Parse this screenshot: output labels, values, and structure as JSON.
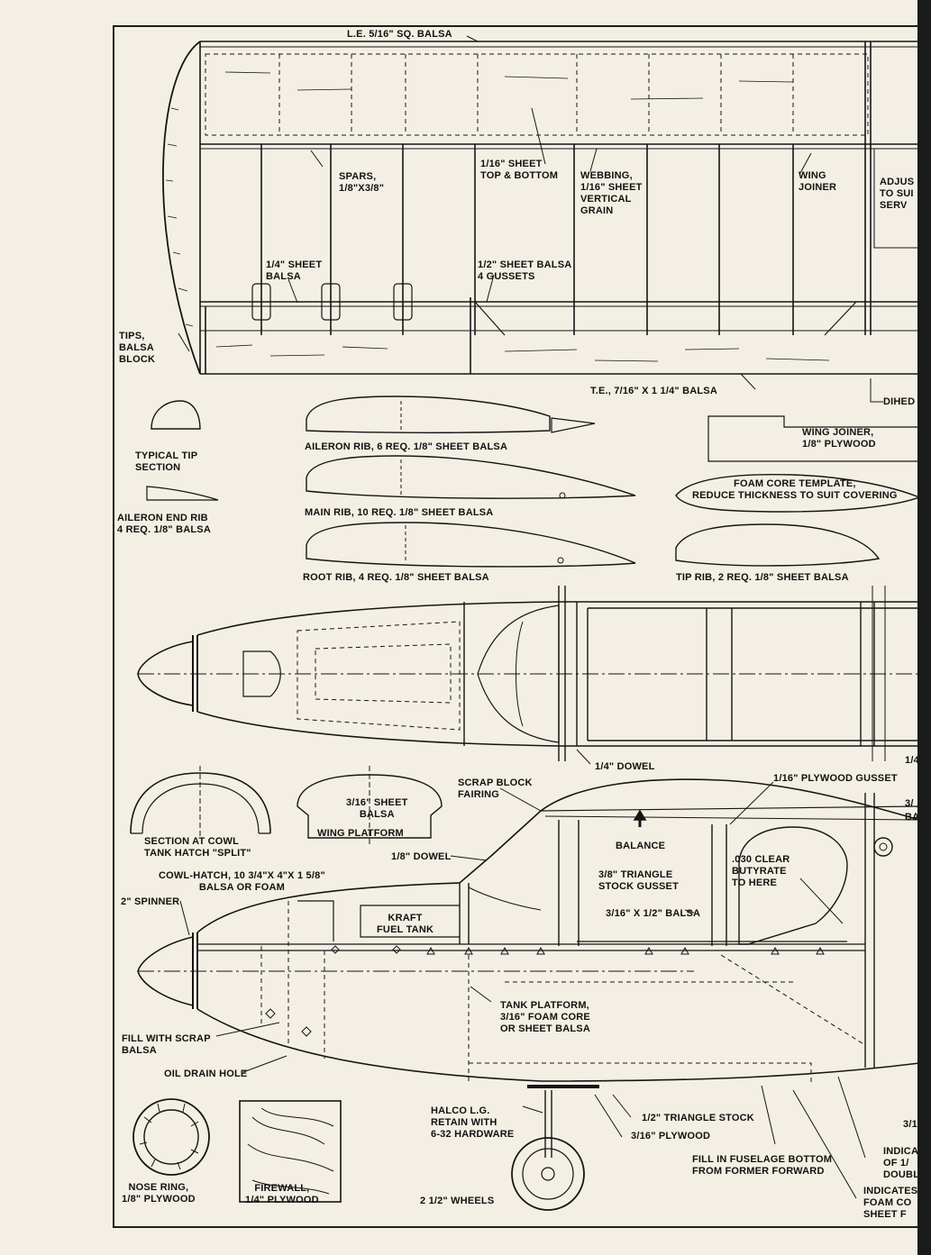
{
  "labels": {
    "le": "L.E. 5/16\" SQ. BALSA",
    "spars": "SPARS,\n1/8\"X3/8\"",
    "sheet_tb": "1/16\" SHEET\nTOP & BOTTOM",
    "webbing": "WEBBING,\n1/16\" SHEET\nVERTICAL\nGRAIN",
    "wing_joiner": "WING\nJOINER",
    "adjust": "ADJUS\nTO SUI\nSERV",
    "sheet14": "1/4\" SHEET\nBALSA",
    "sheet12": "1/2\" SHEET BALSA\n4 GUSSETS",
    "tips": "TIPS,\nBALSA\nBLOCK",
    "te": "T.E., 7/16\" X 1 1/4\" BALSA",
    "dihed": "DIHED",
    "typical_tip": "TYPICAL TIP\nSECTION",
    "aileron_rib": "AILERON RIB, 6 REQ. 1/8\" SHEET BALSA",
    "wing_joiner_ply": "WING JOINER,\n1/8\" PLYWOOD",
    "aileron_end": "AILERON END RIB\n4 REQ. 1/8\" BALSA",
    "main_rib": "MAIN RIB, 10 REQ. 1/8\" SHEET BALSA",
    "foam_core": "FOAM CORE TEMPLATE,\nREDUCE THICKNESS TO SUIT COVERING",
    "root_rib": "ROOT RIB, 4 REQ. 1/8\" SHEET BALSA",
    "tip_rib": "TIP RIB, 2 REQ. 1/8\" SHEET BALSA",
    "dowel14": "1/4\" DOWEL",
    "dowel14b": "1/4",
    "scrap_block": "SCRAP BLOCK\nFAIRING",
    "ply_gusset": "1/16\" PLYWOOD GUSSET",
    "three_slash": "3/",
    "ba": "BA",
    "sheet316": "3/16\" SHEET\nBALSA",
    "wing_platform": "WING PLATFORM",
    "balance": "BALANCE",
    "section_cowl": "SECTION AT COWL\nTANK HATCH \"SPLIT\"",
    "dowel18": "1/8\" DOWEL",
    "triangle_gusset": "3/8\" TRIANGLE\nSTOCK GUSSET",
    "clear_butyrate": ".030 CLEAR\nBUTYRATE\nTO HERE",
    "cowl_hatch": "COWL-HATCH, 10 3/4\"X 4\"X 1 5/8\"\nBALSA OR FOAM",
    "spinner": "2\" SPINNER",
    "kraft": "KRAFT\nFUEL TANK",
    "balsa_3_16": "3/16\" X 1/2\" BALSA",
    "tank_platform": "TANK PLATFORM,\n3/16\" FOAM CORE\nOR SHEET BALSA",
    "fill_scrap": "FILL WITH SCRAP\nBALSA",
    "oil_drain": "OIL DRAIN HOLE",
    "halco": "HALCO L.G.\nRETAIN WITH\n6-32 HARDWARE",
    "triangle_stock": "1/2\" TRIANGLE STOCK",
    "ply316": "3/16\" PLYWOOD",
    "three_one": "3/1",
    "indica": "INDICA\nOF 1/\nDOUBL",
    "fill_fuselage": "FILL IN FUSELAGE BOTTOM\nFROM FORMER FORWARD",
    "indicates": "INDICATES\nFOAM CO\nSHEET F",
    "nose_ring": "NOSE RING,\n1/8\" PLYWOOD",
    "firewall": "FIREWALL,\n1/4\" PLYWOOD",
    "wheels": "2 1/2\" WHEELS"
  }
}
